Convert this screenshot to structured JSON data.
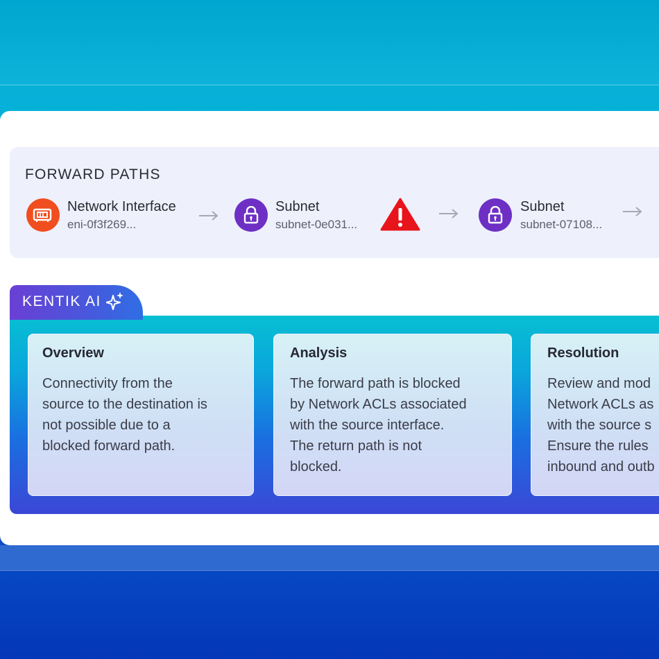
{
  "forward_paths": {
    "title": "FORWARD PATHS",
    "nodes": [
      {
        "title": "Network Interface",
        "subtitle": "eni-0f3f269...",
        "icon": "network-interface-icon",
        "color": "#f04e1f"
      },
      {
        "title": "Subnet",
        "subtitle": "subnet-0e031...",
        "icon": "lock-icon",
        "color": "#6d2fc4"
      },
      {
        "title": "Subnet",
        "subtitle": "subnet-07108...",
        "icon": "lock-icon",
        "color": "#6d2fc4"
      }
    ],
    "warning_icon": "warning-icon",
    "warning_color": "#e8141b"
  },
  "kentik_ai": {
    "label": "KENTIK AI",
    "icon": "sparkle-icon",
    "cards": [
      {
        "title": "Overview",
        "body": "Connectivity from the\nsource to the destination is\nnot possible due to a\nblocked forward path."
      },
      {
        "title": "Analysis",
        "body": "The forward path is blocked\nby Network ACLs associated\nwith the source interface.\nThe return path is not\nblocked."
      },
      {
        "title": "Resolution",
        "body": "Review and mod\nNetwork ACLs as\nwith the source s\nEnsure the rules\ninbound and outb"
      }
    ]
  }
}
